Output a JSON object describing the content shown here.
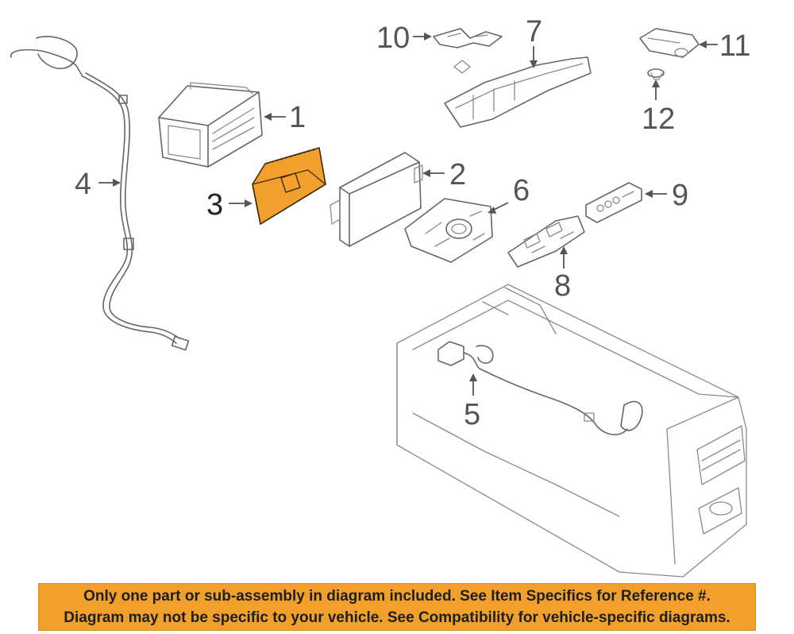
{
  "callouts": [
    {
      "id": "1",
      "label": "1"
    },
    {
      "id": "2",
      "label": "2"
    },
    {
      "id": "3",
      "label": "3",
      "highlighted": true
    },
    {
      "id": "4",
      "label": "4"
    },
    {
      "id": "5",
      "label": "5"
    },
    {
      "id": "6",
      "label": "6"
    },
    {
      "id": "7",
      "label": "7"
    },
    {
      "id": "8",
      "label": "8"
    },
    {
      "id": "9",
      "label": "9"
    },
    {
      "id": "10",
      "label": "10"
    },
    {
      "id": "11",
      "label": "11"
    },
    {
      "id": "12",
      "label": "12"
    }
  ],
  "highlight_color": "#f2a02c",
  "notice": {
    "line1": "Only one part or sub-assembly in diagram included. See Item Specifics for Reference #.",
    "line2": "Diagram may not be specific to your vehicle. See Compatibility for vehicle-specific diagrams.",
    "background": "#f2a02c"
  }
}
